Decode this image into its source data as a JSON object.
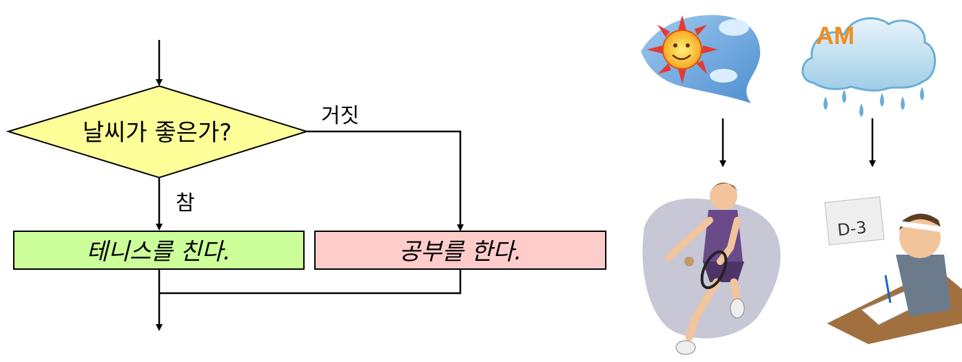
{
  "flowchart": {
    "decision": {
      "text": "날씨가 좋은가?",
      "fill": "#ffff99"
    },
    "true_label": "참",
    "false_label": "거짓",
    "true_action": {
      "text": "테니스를 친다.",
      "fill": "#ccff99"
    },
    "false_action": {
      "text": "공부를 한다.",
      "fill": "#ffcccc"
    }
  },
  "illustrations": {
    "sunny": {
      "icon": "sun-cloud-icon"
    },
    "rainy": {
      "icon": "rain-cloud-icon",
      "badge": "AM"
    },
    "tennis": {
      "icon": "tennis-player-icon"
    },
    "study": {
      "icon": "studying-student-icon",
      "note": "D-3"
    }
  },
  "colors": {
    "line": "#000000",
    "sky_blue": "#6fa8dc",
    "sun": "#f7b500",
    "badge_orange": "#f28c1e"
  }
}
